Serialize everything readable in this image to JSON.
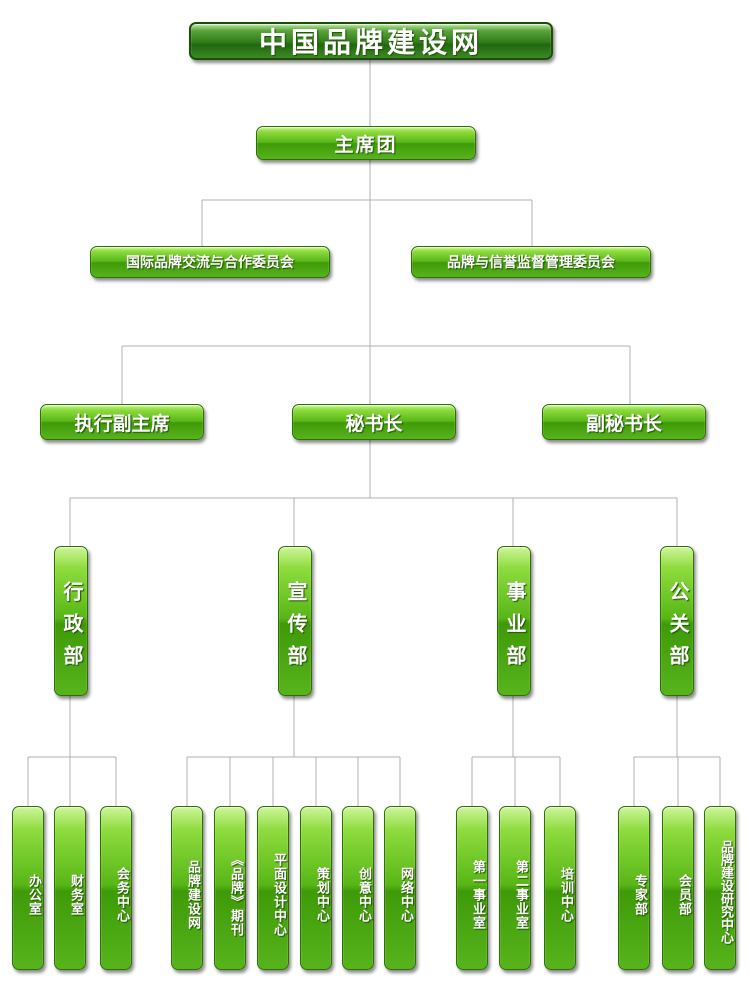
{
  "title": "中国品牌建设网",
  "level1": "主席团",
  "committees": [
    "国际品牌交流与合作委员会",
    "品牌与信誉监督管理委员会"
  ],
  "leaders": [
    "执行副主席",
    "秘书长",
    "副秘书长"
  ],
  "departments": [
    {
      "name": "行政部",
      "units": [
        "办公室",
        "财务室",
        "会务中心"
      ]
    },
    {
      "name": "宣传部",
      "units": [
        "品牌建设网",
        "《品牌》期刊",
        "平面设计中心",
        "策划中心",
        "创意中心",
        "网络中心"
      ]
    },
    {
      "name": "事业部",
      "units": [
        "第一事业室",
        "第二事业室",
        "培训中心"
      ]
    },
    {
      "name": "公关部",
      "units": [
        "专家部",
        "会员部",
        "品牌建设研究中心"
      ]
    }
  ],
  "colors": {
    "node": "#4caf12",
    "title_node": "#2e7a16",
    "connector": "#b0b0b0",
    "text": "#ffffff"
  }
}
